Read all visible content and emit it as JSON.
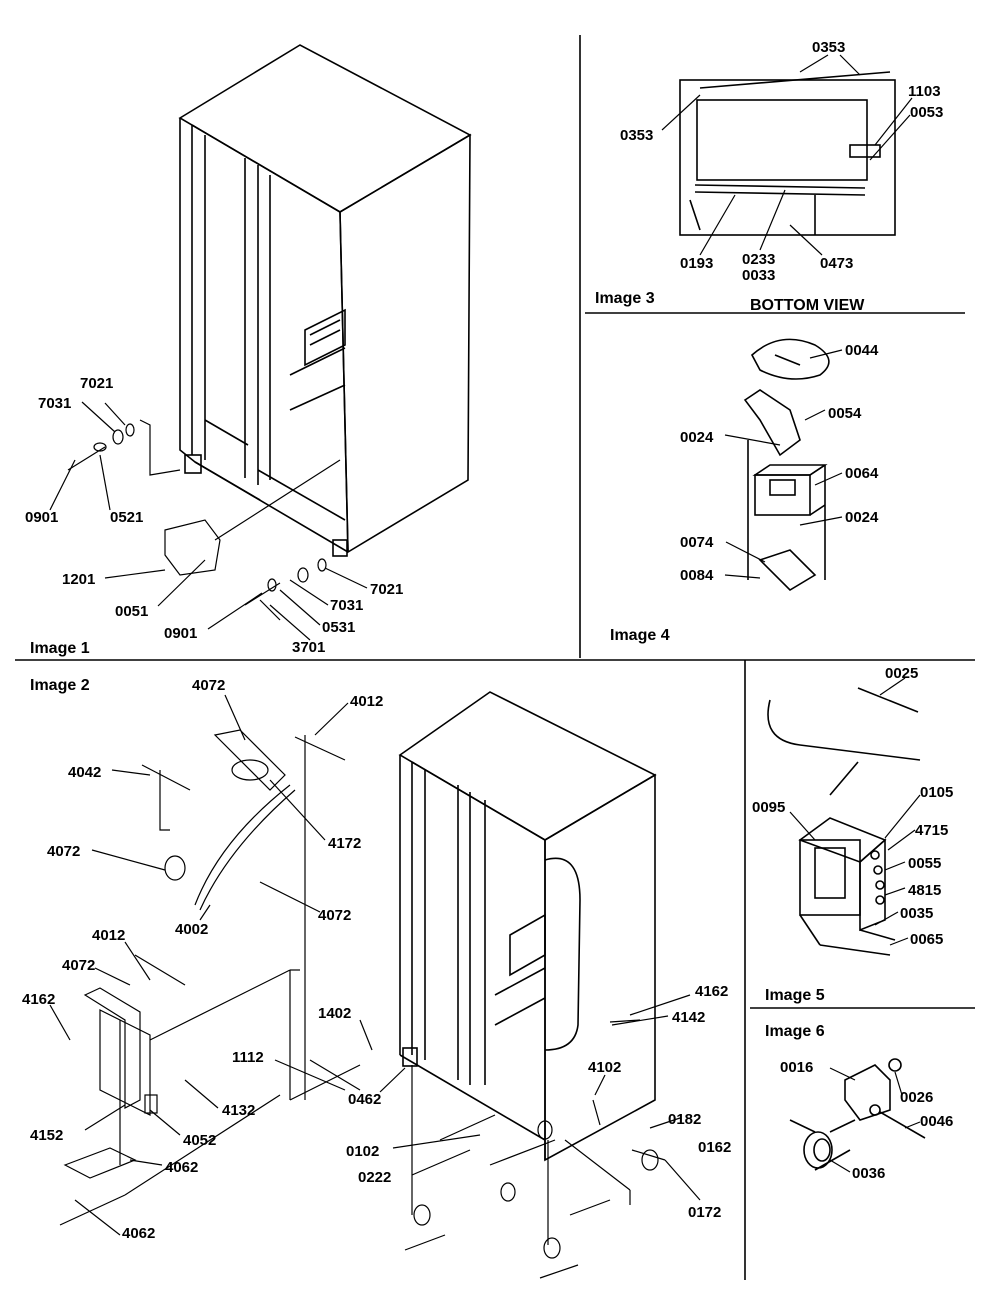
{
  "panels": {
    "image1": {
      "caption": "Image 1",
      "labels": [
        "7021",
        "7031",
        "0901",
        "0521",
        "1201",
        "0051",
        "0901",
        "7031",
        "7021",
        "0531",
        "3701"
      ]
    },
    "image2": {
      "caption": "Image 2",
      "labels": [
        "4072",
        "4012",
        "4042",
        "4172",
        "4072",
        "4002",
        "4072",
        "4012",
        "4072",
        "4162",
        "1402",
        "1112",
        "4132",
        "4152",
        "4052",
        "4062",
        "4062",
        "0462",
        "0102",
        "0222",
        "4102",
        "0182",
        "0162",
        "0172",
        "4162",
        "4142"
      ]
    },
    "image3": {
      "caption": "Image 3",
      "subtitle": "BOTTOM VIEW",
      "labels": [
        "0353",
        "0353",
        "1103",
        "0053",
        "0193",
        "0233",
        "0033",
        "0473"
      ]
    },
    "image4": {
      "caption": "Image 4",
      "labels": [
        "0044",
        "0054",
        "0024",
        "0064",
        "0024",
        "0074",
        "0084"
      ]
    },
    "image5": {
      "caption": "Image 5",
      "labels": [
        "0025",
        "0095",
        "0105",
        "4715",
        "0055",
        "4815",
        "0035",
        "0065"
      ]
    },
    "image6": {
      "caption": "Image 6",
      "labels": [
        "0016",
        "0026",
        "0046",
        "0036"
      ]
    }
  },
  "colors": {
    "ink": "#000000",
    "paper": "#ffffff"
  }
}
